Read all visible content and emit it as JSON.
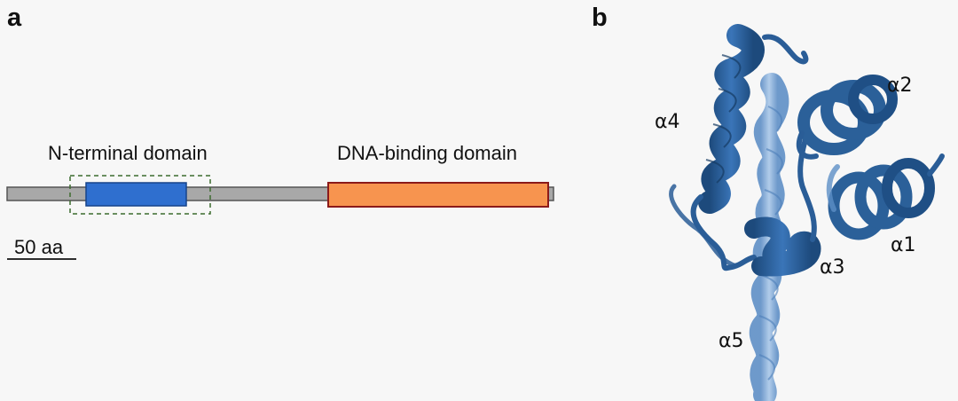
{
  "panels": {
    "a": "a",
    "b": "b"
  },
  "domain_map": {
    "n_terminal_label": "N-terminal domain",
    "dna_binding_label": "DNA-binding domain",
    "scale_bar_label": "50 aa"
  },
  "structure": {
    "helix_labels": {
      "a1": "α1",
      "a2": "α2",
      "a3": "α3",
      "a4": "α4",
      "a5": "α5"
    }
  },
  "colors": {
    "backbone_fill": "#a8a8a8",
    "backbone_stroke": "#555555",
    "n_terminal_fill": "#2f6fcf",
    "n_terminal_stroke": "#17448a",
    "dna_binding_fill": "#f7944f",
    "dna_binding_stroke": "#8b1a1a",
    "highlight_box": "#3c6b2e",
    "helix_dark": "#22558c",
    "helix_light": "#6f9fd3"
  }
}
